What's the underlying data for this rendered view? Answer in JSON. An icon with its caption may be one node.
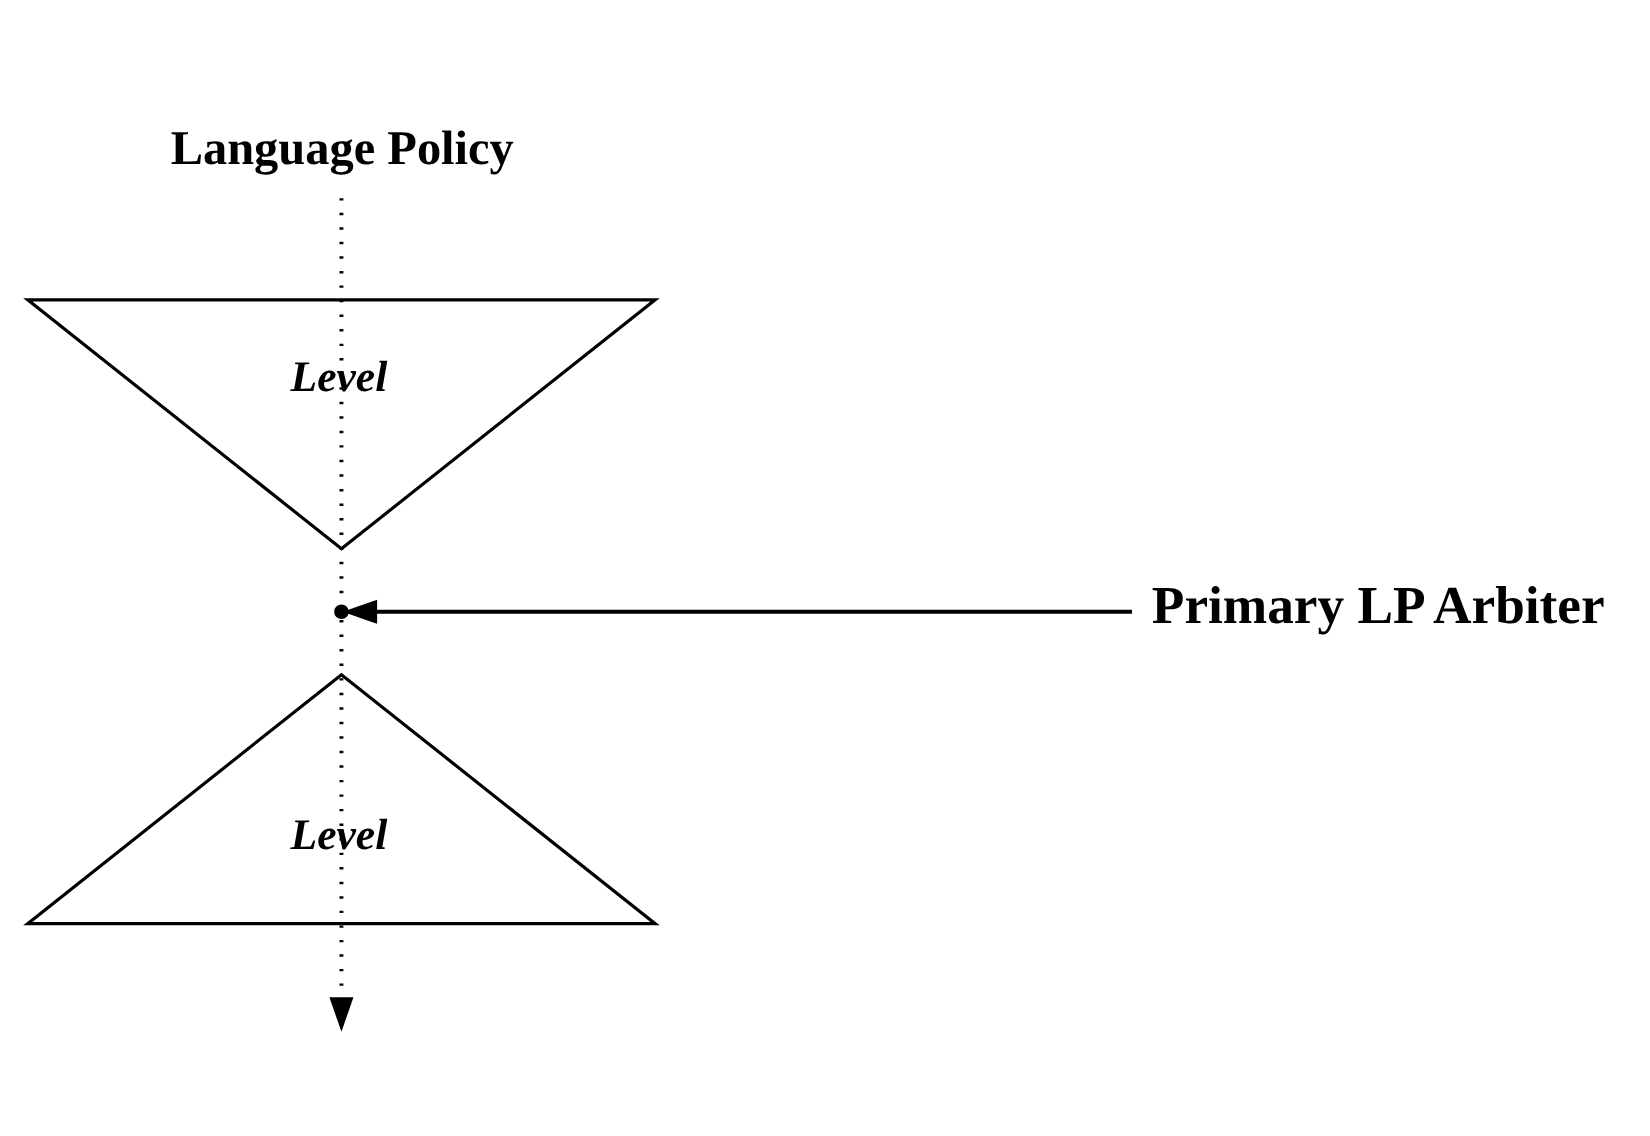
{
  "diagram": {
    "nodes": [
      {
        "text": [
          "Language Policy"
        ]
      },
      {
        "text": [
          "Level"
        ]
      },
      {
        "text": [
          "Level"
        ]
      },
      {
        "text": [
          "Primary LP Arbiter"
        ]
      }
    ],
    "edges": [
      {
        "from": 0,
        "to": null,
        "arrow": "to",
        "style": "dashed"
      },
      {
        "from": 3,
        "to": null,
        "arrow": "to"
      }
    ]
  }
}
